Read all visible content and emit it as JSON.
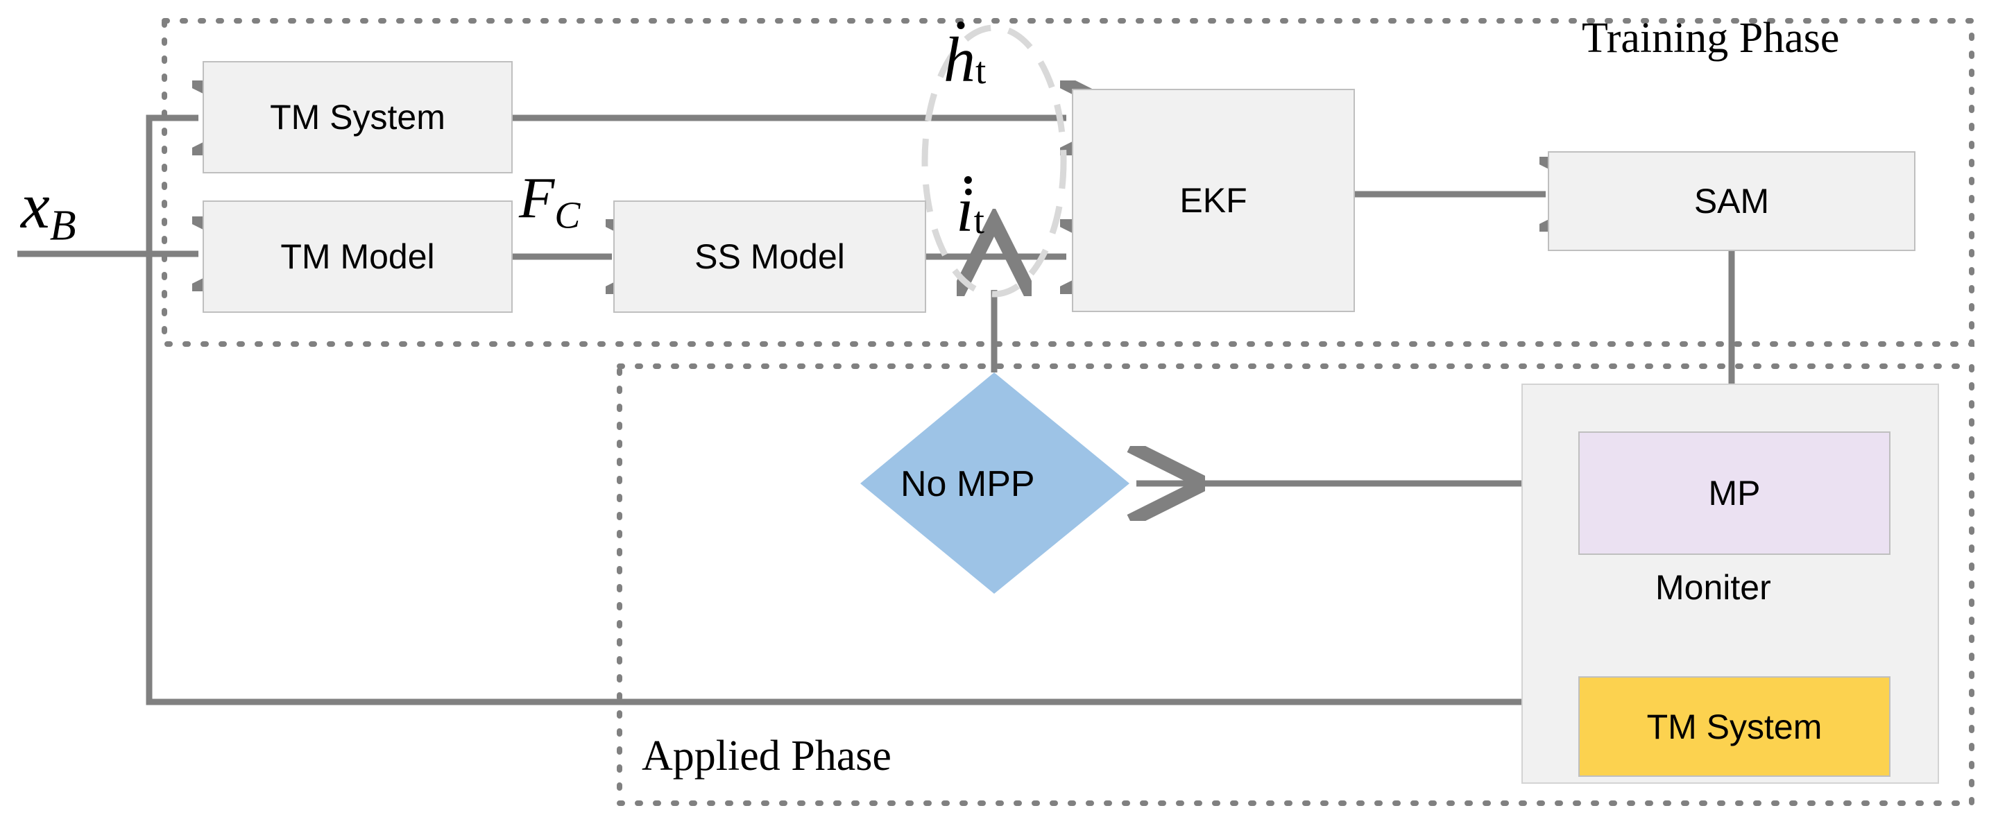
{
  "diagram": {
    "title_training": "Training Phase",
    "title_applied": "Applied Phase",
    "colors": {
      "process_fill": "#F1F1F1",
      "process_stroke": "#BFBFBF",
      "decision_fill": "#9DC3E6",
      "mp_fill": "#EBE1F2",
      "tm_system_fill": "#FCD24F",
      "arrow": "#808080",
      "dashed_border": "#808080",
      "ellipse_stroke": "#D9D9D9"
    }
  },
  "training_phase": {
    "label": "Training Phase",
    "nodes": {
      "tm_system": "TM System",
      "tm_model": "TM Model",
      "ss_model": "SS Model",
      "ekf": "EKF",
      "sam": "SAM"
    },
    "signals": {
      "input_x": "x",
      "input_x_sub": "B",
      "force": "F",
      "force_sub": "C",
      "measured": "h",
      "measured_sub": "t",
      "estimated": "i",
      "estimated_sub": "t"
    }
  },
  "applied_phase": {
    "label": "Applied Phase",
    "nodes": {
      "decision": "No MPP",
      "mp": "MP",
      "tm_system": "TM System"
    },
    "edges": {
      "monitor": "Moniter"
    }
  }
}
